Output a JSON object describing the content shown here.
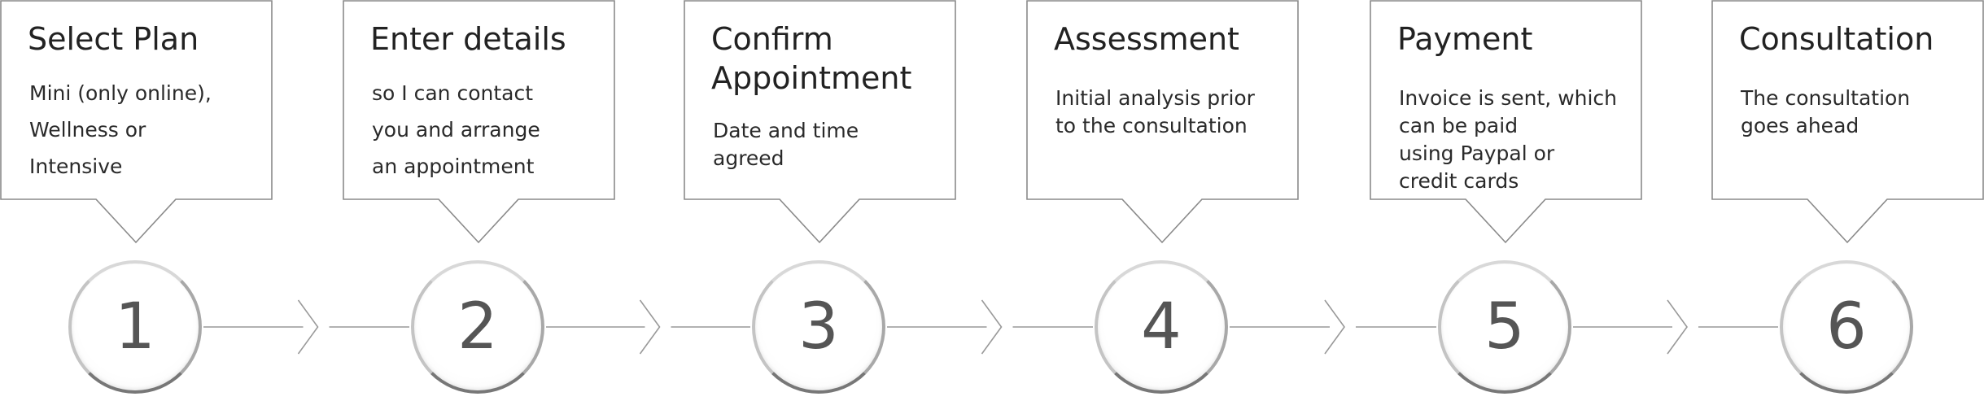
{
  "steps": [
    {
      "number": "1",
      "title_lines": [
        "Select Plan"
      ],
      "body_lines": [
        "Mini (only online),",
        "Wellness or",
        "Intensive"
      ]
    },
    {
      "number": "2",
      "title_lines": [
        "Enter details"
      ],
      "body_lines": [
        "so I can contact",
        "you and arrange",
        "an appointment"
      ]
    },
    {
      "number": "3",
      "title_lines": [
        "Confirm",
        "Appointment"
      ],
      "body_lines": [
        "Date and time",
        "agreed"
      ]
    },
    {
      "number": "4",
      "title_lines": [
        "Assessment"
      ],
      "body_lines": [
        "Initial analysis prior",
        "to the consultation"
      ]
    },
    {
      "number": "5",
      "title_lines": [
        "Payment"
      ],
      "body_lines": [
        "Invoice is sent, which",
        "can be paid",
        "using Paypal or",
        "credit cards"
      ]
    },
    {
      "number": "6",
      "title_lines": [
        "Consultation"
      ],
      "body_lines": [
        "The consultation",
        "goes ahead"
      ]
    }
  ],
  "colors": {
    "outline": "#8a8a8a",
    "connector": "#999999",
    "number": "#555555"
  }
}
